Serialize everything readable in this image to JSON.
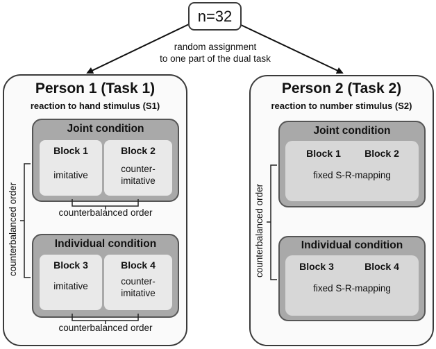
{
  "top": {
    "sample": "n=32",
    "assignment_line1": "random assignment",
    "assignment_line2": "to one part of the dual task"
  },
  "person1": {
    "title": "Person 1 (Task 1)",
    "subtitle": "reaction to hand stimulus (S1)",
    "side_label": "counterbalanced order",
    "joint": {
      "title": "Joint condition",
      "block_a": {
        "title": "Block 1",
        "text": "imitative"
      },
      "block_b": {
        "title": "Block 2",
        "text_line1": "counter-",
        "text_line2": "imitative"
      },
      "order_label": "counterbalanced order"
    },
    "individual": {
      "title": "Individual condition",
      "block_a": {
        "title": "Block 3",
        "text": "imitative"
      },
      "block_b": {
        "title": "Block 4",
        "text_line1": "counter-",
        "text_line2": "imitative"
      },
      "order_label": "counterbalanced order"
    }
  },
  "person2": {
    "title": "Person 2 (Task 2)",
    "subtitle": "reaction to number stimulus (S2)",
    "side_label": "counterbalanced order",
    "joint": {
      "title": "Joint condition",
      "block_a": "Block 1",
      "block_b": "Block 2",
      "mapping": "fixed S-R-mapping"
    },
    "individual": {
      "title": "Individual condition",
      "block_a": "Block 3",
      "block_b": "Block 4",
      "mapping": "fixed S-R-mapping"
    }
  }
}
